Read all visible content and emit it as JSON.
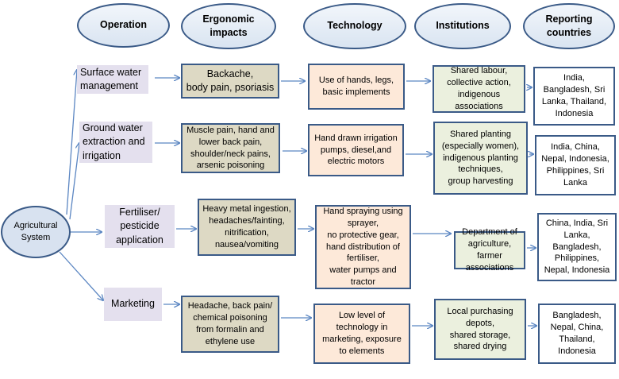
{
  "headers": {
    "operation": "Operation",
    "ergonomic": "Ergonomic\nimpacts",
    "technology": "Technology",
    "institutions": "Institutions",
    "reporting": "Reporting\ncountries"
  },
  "root": "Agricultural\nSystem",
  "operations": [
    "Surface water\nmanagement",
    "Ground water\nextraction and\nirrigation",
    "Fertiliser/\npesticide\napplication",
    "Marketing"
  ],
  "ergonomic_impacts": [
    "Backache,\nbody pain, psoriasis",
    "Muscle pain, hand and\nlower back pain,\nshoulder/neck pains,\narsenic poisoning",
    "Heavy metal ingestion,\nheadaches/fainting,\nnitrification,\nnausea/vomiting",
    "Headache, back pain/\nchemical poisoning\nfrom formalin and\nethylene use"
  ],
  "technology": [
    "Use of hands, legs,\nbasic implements",
    "Hand drawn irrigation\npumps, diesel,and\nelectric motors",
    "Hand spraying using\nsprayer,\nno protective gear,\nhand distribution of\nfertiliser,\nwater pumps and\ntractor",
    "Low level of\ntechnology in\nmarketing, exposure\nto elements"
  ],
  "institutions": [
    "Shared labour,\ncollective action,\nindigenous\nassociations",
    "Shared planting\n(especially women),\nindigenous planting\ntechniques,\ngroup harvesting",
    "Department of\nagriculture, farmer\nassociations",
    "Local purchasing\ndepots,\nshared storage,\nshared drying"
  ],
  "reporting_countries": [
    "India,\nBangladesh, Sri\nLanka, Thailand,\nIndonesia",
    "India, China,\nNepal, Indonesia,\nPhilippines, Sri\nLanka",
    "China, India, Sri\nLanka,\nBangladesh,\nPhilippines,\nNepal, Indonesia",
    "Bangladesh,\nNepal, China,\nThailand,\nIndonesia"
  ],
  "colors": {
    "border": "#3a5a87",
    "arrow": "#5b86c2",
    "ergonomic_fill": "#ddd9c4",
    "technology_fill": "#fde9d9",
    "institutions_fill": "#ebf0de",
    "operation_fill": "#e4e0ee"
  }
}
